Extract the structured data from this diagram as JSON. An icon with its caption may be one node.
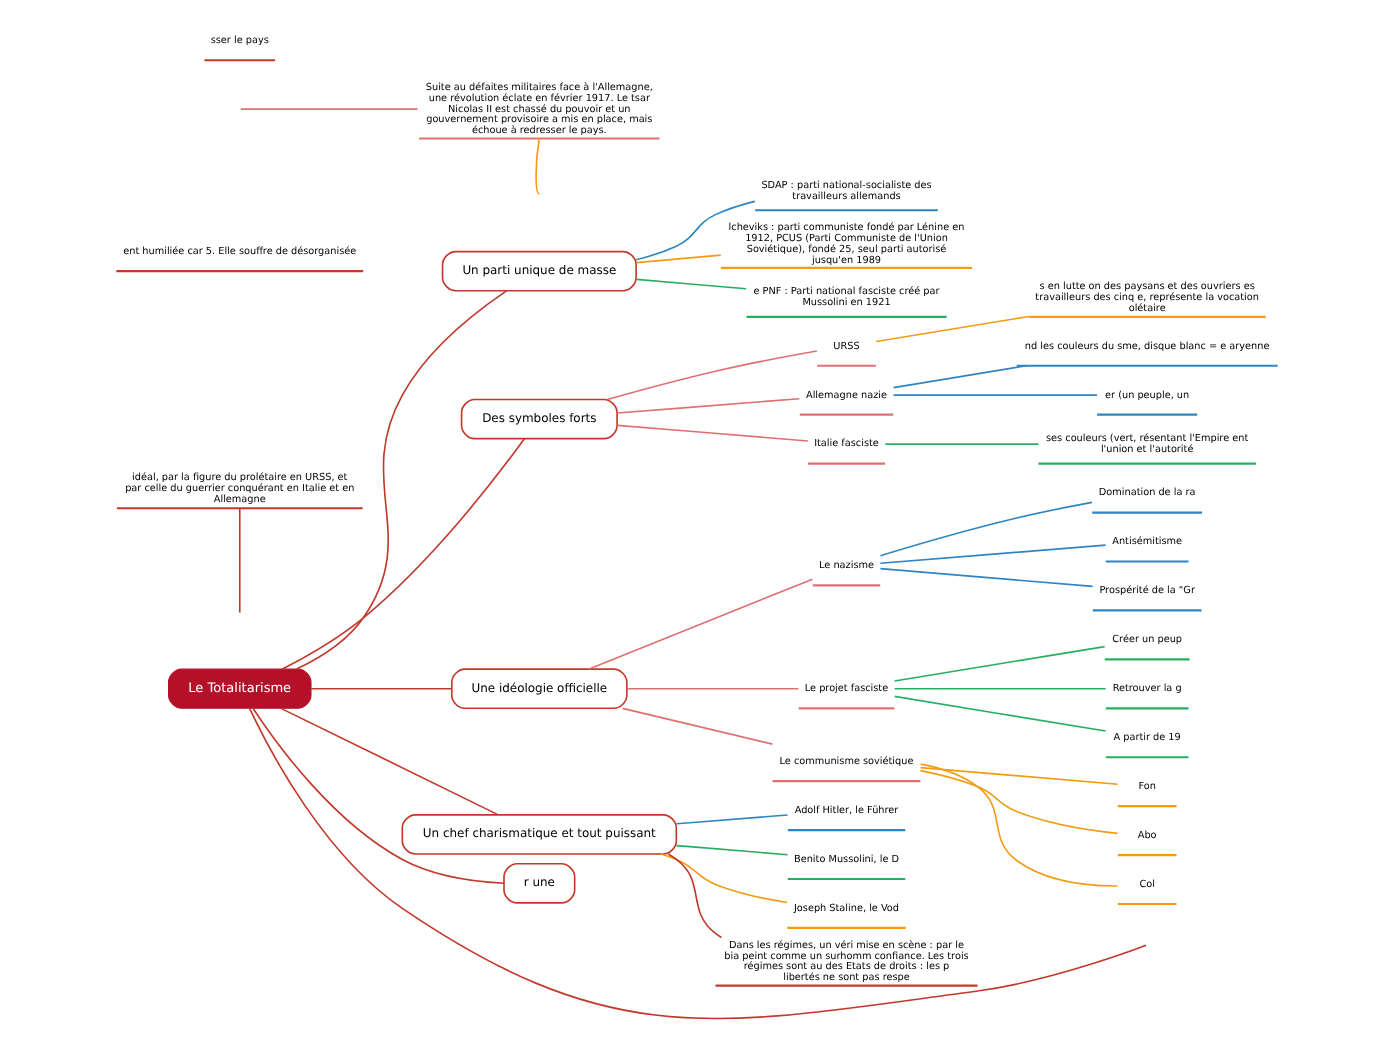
{
  "diagram": {
    "nodes": [
      {
        "text": [
          "Le Totalitarisme"
        ]
      },
      {
        "text": [
          "Un parti unique de masse"
        ]
      },
      {
        "text": [
          "SDAP : parti national-socialiste des travailleurs allemands"
        ]
      },
      {
        "text": [
          "lcheviks : parti communiste fondé par Lénine en 1912, PCUS (Parti Communiste de l'Union Soviétique), fondé 25, seul parti autorisé jusqu'en 1989"
        ]
      },
      {
        "text": [
          "e PNF : Parti national fasciste créé par Mussolini en 1921"
        ]
      },
      {
        "text": [
          "Des symboles forts"
        ]
      },
      {
        "text": [
          "URSS"
        ]
      },
      {
        "text": [
          "s en lutte on des paysans et des ouvriers es travailleurs des cinq e, représente la vocation olétaire"
        ]
      },
      {
        "text": [
          "Allemagne nazie"
        ]
      },
      {
        "text": [
          "nd les couleurs du sme, disque blanc = e aryenne"
        ]
      },
      {
        "text": [
          "er (un peuple, un"
        ]
      },
      {
        "text": [
          "Italie fasciste"
        ]
      },
      {
        "text": [
          "ses couleurs (vert, résentant l'Empire ent l'union et l'autorité"
        ]
      },
      {
        "text": [
          "Une idéologie officielle"
        ]
      },
      {
        "text": [
          "Le nazisme"
        ]
      },
      {
        "text": [
          "Domination de la ra"
        ]
      },
      {
        "text": [
          "Antisémitisme"
        ]
      },
      {
        "text": [
          "Prospérité de la \"Gr"
        ]
      },
      {
        "text": [
          "Le projet fasciste"
        ]
      },
      {
        "text": [
          "Créer un peup"
        ]
      },
      {
        "text": [
          "Retrouver la g"
        ]
      },
      {
        "text": [
          "A partir de 19"
        ]
      },
      {
        "text": [
          "Le communisme soviétique"
        ]
      },
      {
        "text": [
          "Fon"
        ]
      },
      {
        "text": [
          "Abo"
        ]
      },
      {
        "text": [
          "Col"
        ]
      },
      {
        "text": [
          "Un chef charismatique et tout puissant"
        ]
      },
      {
        "text": [
          "Adolf Hitler, le Führer"
        ]
      },
      {
        "text": [
          "Benito Mussolini, le D"
        ]
      },
      {
        "text": [
          "Joseph Staline, le Vod"
        ]
      },
      {
        "text": [
          "Dans les régimes, un véri mise en scène : par le bia peint comme un surhomm confiance. Les trois régimes sont au des Etats de droits : les p libertés ne sont pas respe"
        ]
      },
      {
        "text": [
          "idéal, par la figure du prolétaire en URSS, et par celle du guerrier conquérant en Italie et en Allemagne"
        ]
      },
      {
        "text": [
          "r une"
        ]
      },
      {
        "text": [
          "ent humiliée car 5. Elle souffre de désorganisée"
        ]
      },
      {
        "text": [
          "Suite au défaites militaires face à l'Allemagne, une révolution éclate en février 1917. Le tsar Nicolas II est chassé du pouvoir et un gouvernement provisoire a mis en place, mais échoue à redresser le pays."
        ]
      },
      {
        "text": [
          "sser le pays"
        ]
      }
    ],
    "edges": [
      {
        "from": 0,
        "to": 1,
        "arrow": "none",
        "color": "#c0392b"
      },
      {
        "from": 1,
        "to": 2,
        "arrow": "none",
        "color": "#2e86c1"
      },
      {
        "from": 1,
        "to": 3,
        "arrow": "none",
        "color": "#f39c12"
      },
      {
        "from": 1,
        "to": 4,
        "arrow": "none",
        "color": "#27ae60"
      },
      {
        "from": 0,
        "to": 5,
        "arrow": "none",
        "color": "#c0392b"
      },
      {
        "from": 5,
        "to": 6,
        "arrow": "none",
        "color": "#e07070"
      },
      {
        "from": 6,
        "to": 7,
        "arrow": "none",
        "color": "#f39c12"
      },
      {
        "from": 5,
        "to": 8,
        "arrow": "none",
        "color": "#e07070"
      },
      {
        "from": 8,
        "to": 9,
        "arrow": "none",
        "color": "#2e86c1"
      },
      {
        "from": 8,
        "to": 10,
        "arrow": "none",
        "color": "#2e86c1"
      },
      {
        "from": 5,
        "to": 11,
        "arrow": "none",
        "color": "#e07070"
      },
      {
        "from": 11,
        "to": 12,
        "arrow": "none",
        "color": "#27ae60"
      },
      {
        "from": 0,
        "to": 13,
        "arrow": "none",
        "color": "#c0392b"
      },
      {
        "from": 13,
        "to": 14,
        "arrow": "none",
        "color": "#e07070"
      },
      {
        "from": 14,
        "to": 15,
        "arrow": "none",
        "color": "#2e86c1"
      },
      {
        "from": 14,
        "to": 16,
        "arrow": "none",
        "color": "#2e86c1"
      },
      {
        "from": 14,
        "to": 17,
        "arrow": "none",
        "color": "#2e86c1"
      },
      {
        "from": 13,
        "to": 18,
        "arrow": "none",
        "color": "#e07070"
      },
      {
        "from": 18,
        "to": 19,
        "arrow": "none",
        "color": "#27ae60"
      },
      {
        "from": 18,
        "to": 20,
        "arrow": "none",
        "color": "#27ae60"
      },
      {
        "from": 18,
        "to": 21,
        "arrow": "none",
        "color": "#27ae60"
      },
      {
        "from": 13,
        "to": 22,
        "arrow": "none",
        "color": "#e07070"
      },
      {
        "from": 22,
        "to": 23,
        "arrow": "none",
        "color": "#f39c12"
      },
      {
        "from": 22,
        "to": 24,
        "arrow": "none",
        "color": "#f39c12"
      },
      {
        "from": 22,
        "to": 25,
        "arrow": "none",
        "color": "#f39c12"
      },
      {
        "from": 0,
        "to": 26,
        "arrow": "none",
        "color": "#c0392b"
      },
      {
        "from": 26,
        "to": 27,
        "arrow": "none",
        "color": "#2e86c1"
      },
      {
        "from": 26,
        "to": 28,
        "arrow": "none",
        "color": "#27ae60"
      },
      {
        "from": 26,
        "to": 29,
        "arrow": "none",
        "color": "#f39c12"
      },
      {
        "from": 26,
        "to": 30,
        "arrow": "none",
        "color": "#c0392b"
      },
      {
        "from": 0,
        "to": null,
        "arrow": "none",
        "color": "#c0392b"
      },
      {
        "from": null,
        "to": 31,
        "arrow": "none",
        "color": "#c0392b"
      },
      {
        "from": 0,
        "to": 32,
        "arrow": "none",
        "color": "#c0392b"
      },
      {
        "from": null,
        "to": 34,
        "arrow": "none",
        "color": "#e07070"
      },
      {
        "from": 34,
        "to": null,
        "arrow": "none",
        "color": "#f39c12"
      }
    ]
  }
}
